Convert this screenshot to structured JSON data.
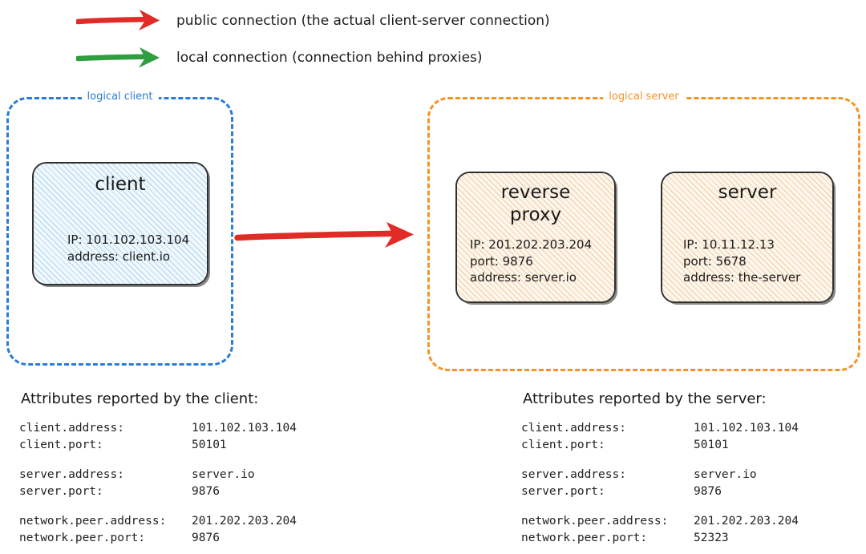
{
  "legend": {
    "items": [
      {
        "color": "#e02b27",
        "icon": "arrow-right-icon",
        "label": "public connection (the actual client-server connection)"
      },
      {
        "color": "#2e9e3e",
        "icon": "arrow-right-icon",
        "label": "local connection (connection behind proxies)"
      }
    ]
  },
  "diagram": {
    "logical_client": {
      "label": "logical client",
      "border_color": "#2b7cd3",
      "node": {
        "title": "client",
        "details": "IP: 101.102.103.104\naddress: client.io",
        "fill_color": "#f2f9fd",
        "hatch_color": "#bcdcf2"
      }
    },
    "logical_server": {
      "label": "logical server",
      "border_color": "#f59324",
      "nodes": [
        {
          "title": "reverse\nproxy",
          "details": "IP: 201.202.203.204\nport: 9876\naddress: server.io",
          "fill_color": "#fdf7ef",
          "hatch_color": "#f3d6ae"
        },
        {
          "title": "server",
          "details": "IP: 10.11.12.13\nport: 5678\naddress: the-server",
          "fill_color": "#fdf7ef",
          "hatch_color": "#f3d6ae"
        }
      ]
    },
    "main_connection": {
      "icon": "arrow-right-icon",
      "color": "#e02b27",
      "kind": "public connection"
    }
  },
  "attributes": {
    "client": {
      "heading": "Attributes reported by the client:",
      "groups": [
        [
          {
            "key": "client.address:",
            "value": "101.102.103.104"
          },
          {
            "key": "client.port:",
            "value": "50101"
          }
        ],
        [
          {
            "key": "server.address:",
            "value": "server.io"
          },
          {
            "key": "server.port:",
            "value": "9876"
          }
        ],
        [
          {
            "key": "network.peer.address:",
            "value": "201.202.203.204"
          },
          {
            "key": "network.peer.port:",
            "value": "9876"
          }
        ]
      ]
    },
    "server": {
      "heading": "Attributes reported by the server:",
      "groups": [
        [
          {
            "key": "client.address:",
            "value": "101.102.103.104"
          },
          {
            "key": "client.port:",
            "value": "50101"
          }
        ],
        [
          {
            "key": "server.address:",
            "value": "server.io"
          },
          {
            "key": "server.port:",
            "value": "9876"
          }
        ],
        [
          {
            "key": "network.peer.address:",
            "value": "201.202.203.204"
          },
          {
            "key": "network.peer.port:",
            "value": "52323"
          }
        ]
      ]
    }
  }
}
